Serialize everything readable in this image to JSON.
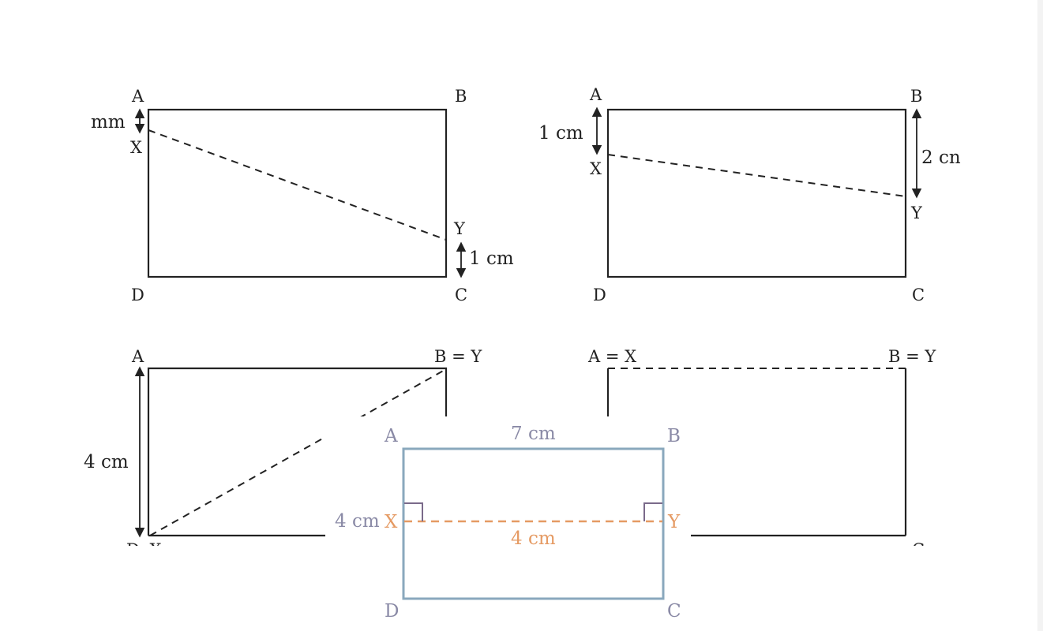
{
  "panels": [
    {
      "labels": {
        "a": "A",
        "b": "B",
        "c": "C",
        "d": "D",
        "x": "X",
        "y": "Y"
      },
      "dim_ax": "mm",
      "dim_cy": "1 cm"
    },
    {
      "labels": {
        "a": "A",
        "b": "B",
        "c": "C",
        "d": "D",
        "x": "X",
        "y": "Y"
      },
      "dim_ax": "1 cm",
      "dim_by": "2 cn"
    },
    {
      "labels": {
        "a": "A",
        "by": "B = Y",
        "dx": "D, X"
      },
      "dim_ad": "4 cm"
    },
    {
      "labels": {
        "ax": "A = X",
        "by": "B = Y",
        "c": "C"
      }
    }
  ],
  "overlay": {
    "labels": {
      "a": "A",
      "b": "B",
      "c": "C",
      "d": "D",
      "x": "X",
      "y": "Y"
    },
    "top_length": "7 cm",
    "side_length": "4 cm",
    "segment_length": "4 cm",
    "colors": {
      "frame": "#8aa8bd",
      "vertex_label": "#8a8aa6",
      "segment": "#e59a63",
      "right_angle": "#7a6a8a"
    }
  }
}
